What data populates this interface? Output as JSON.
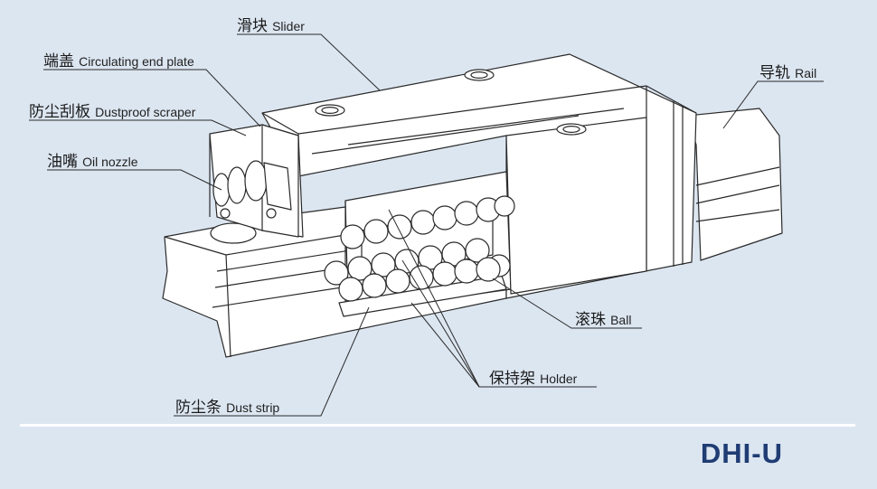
{
  "labels": {
    "slider": {
      "zh": "滑块",
      "en": "Slider"
    },
    "end_plate": {
      "zh": "端盖",
      "en": "Circulating end plate"
    },
    "scraper": {
      "zh": "防尘刮板",
      "en": "Dustproof scraper"
    },
    "oil_nozzle": {
      "zh": "油嘴",
      "en": "Oil nozzle"
    },
    "rail": {
      "zh": "导轨",
      "en": "Rail"
    },
    "ball": {
      "zh": "滚珠",
      "en": "Ball"
    },
    "holder": {
      "zh": "保持架",
      "en": "Holder"
    },
    "dust_strip": {
      "zh": "防尘条",
      "en": "Dust strip"
    }
  },
  "model": "DHI-U",
  "colors": {
    "background": "#dce6f1",
    "line": "#2a2a2a",
    "fill": "#ffffff",
    "model_text": "#1f3c73",
    "divider": "#ffffff"
  }
}
